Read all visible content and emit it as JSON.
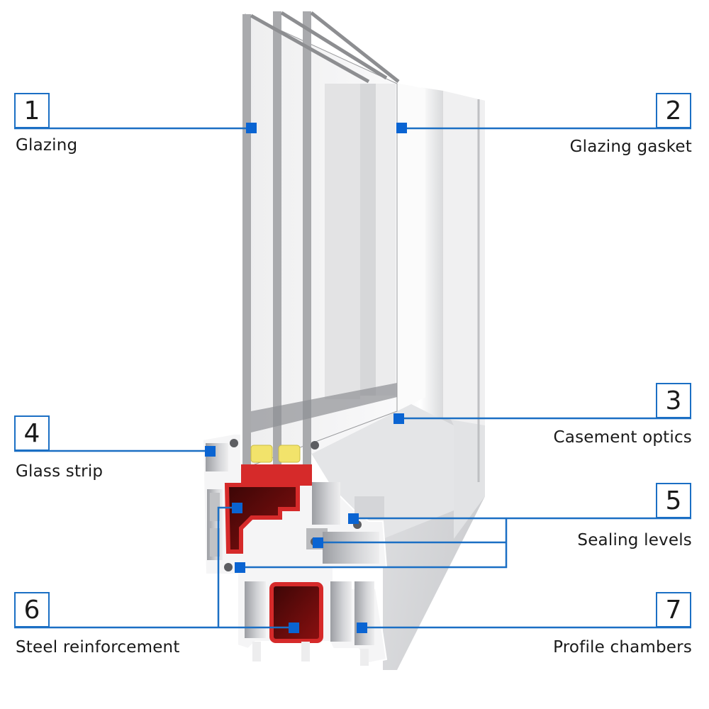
{
  "diagram": {
    "subject": "PVC window profile cross-section with triple glazing",
    "accent_color": "#1b6fc4",
    "marker_color": "#0a64d2",
    "reinforcement_color": "#d62a2a",
    "spacer_color": "#f2e36b",
    "callouts": [
      {
        "number": "1",
        "label": "Glazing",
        "side": "left"
      },
      {
        "number": "2",
        "label": "Glazing gasket",
        "side": "right"
      },
      {
        "number": "3",
        "label": "Casement optics",
        "side": "right"
      },
      {
        "number": "4",
        "label": "Glass strip",
        "side": "left"
      },
      {
        "number": "5",
        "label": "Sealing levels",
        "side": "right"
      },
      {
        "number": "6",
        "label": "Steel reinforcement",
        "side": "left"
      },
      {
        "number": "7",
        "label": "Profile chambers",
        "side": "right"
      }
    ]
  }
}
